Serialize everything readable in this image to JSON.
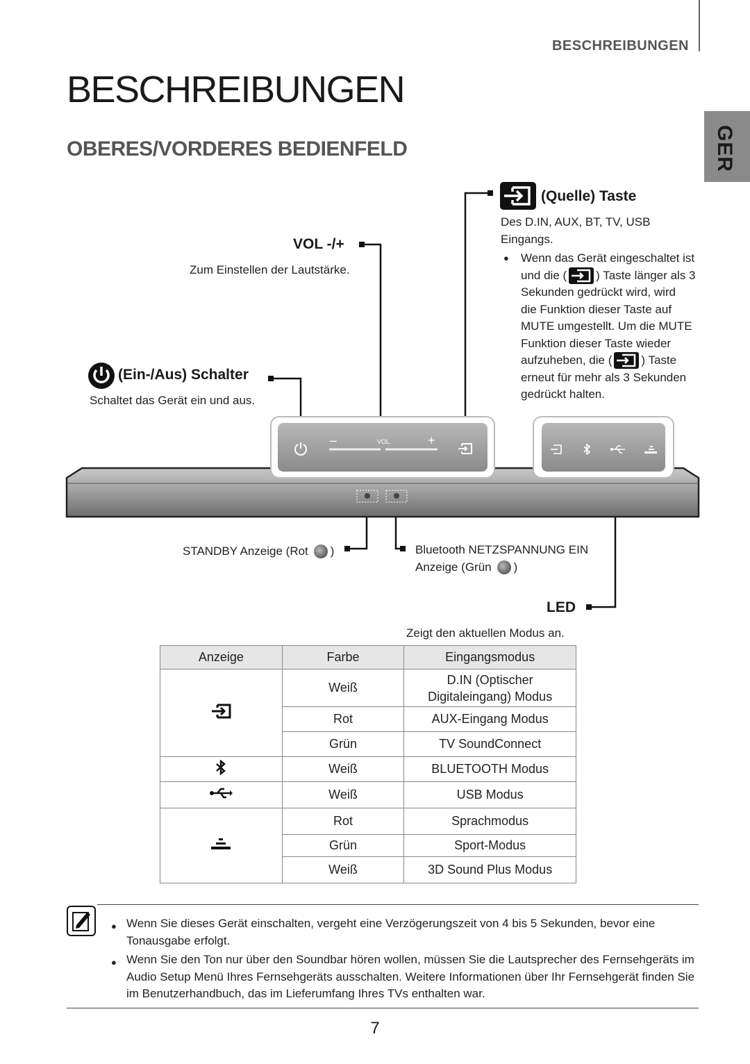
{
  "header": {
    "section": "BESCHREIBUNGEN",
    "language_tab": "GER"
  },
  "title": "BESCHREIBUNGEN",
  "subtitle": "OBERES/VORDERES BEDIENFELD",
  "callouts": {
    "source": {
      "label": "(Quelle) Taste",
      "desc": "Des D.IN, AUX, BT, TV, USB Eingangs.",
      "note_lines": [
        "Wenn das Gerät eingeschaltet ist",
        "und die (",
        ") Taste länger als 3",
        "Sekunden gedrückt wird, wird",
        "die Funktion dieser Taste auf",
        "MUTE umgestellt. Um die MUTE",
        "Funktion dieser Taste wieder",
        "aufzuheben, die (",
        ") Taste",
        "erneut für mehr als 3 Sekunden",
        "gedrückt halten."
      ]
    },
    "vol": {
      "label": "VOL -/+",
      "desc": "Zum Einstellen der Lautstärke."
    },
    "power": {
      "label": "(Ein-/Aus) Schalter",
      "desc": "Schaltet das Gerät ein und aus."
    },
    "standby": {
      "text": "STANDBY Anzeige (Rot",
      "close": ")"
    },
    "bluetooth": {
      "line1": "Bluetooth NETZSPANNUNG EIN",
      "line2": "Anzeige (Grün",
      "close": ")"
    },
    "led": {
      "label": "LED",
      "desc": "Zeigt den aktuellen Modus an."
    }
  },
  "device": {
    "vol_label": "VOL.",
    "minus": "–",
    "plus": "+"
  },
  "table": {
    "headers": [
      "Anzeige",
      "Farbe",
      "Eingangsmodus"
    ],
    "rows": [
      {
        "color": "Weiß",
        "mode": "D.IN (Optischer Digitaleingang) Modus"
      },
      {
        "color": "Rot",
        "mode": "AUX-Eingang Modus"
      },
      {
        "color": "Grün",
        "mode": "TV SoundConnect"
      },
      {
        "color": "Weiß",
        "mode": "BLUETOOTH Modus"
      },
      {
        "color": "Weiß",
        "mode": "USB Modus"
      },
      {
        "color": "Rot",
        "mode": "Sprachmodus"
      },
      {
        "color": "Grün",
        "mode": "Sport-Modus"
      },
      {
        "color": "Weiß",
        "mode": "3D Sound Plus Modus"
      }
    ],
    "icons": [
      "source-icon",
      "bluetooth-icon",
      "usb-icon",
      "sound-mode-icon"
    ]
  },
  "notes": [
    "Wenn Sie dieses Gerät einschalten, vergeht eine Verzögerungszeit von 4 bis 5 Sekunden, bevor eine Tonausgabe erfolgt.",
    "Wenn Sie den Ton nur über den Soundbar hören wollen, müssen Sie die Lautsprecher des Fernsehgeräts im Audio Setup Menü Ihres Fernsehgeräts ausschalten. Weitere Informationen über Ihr Fernsehgerät finden Sie im Benutzerhandbuch, das im Lieferumfang Ihres TVs enthalten war."
  ],
  "page_number": "7"
}
